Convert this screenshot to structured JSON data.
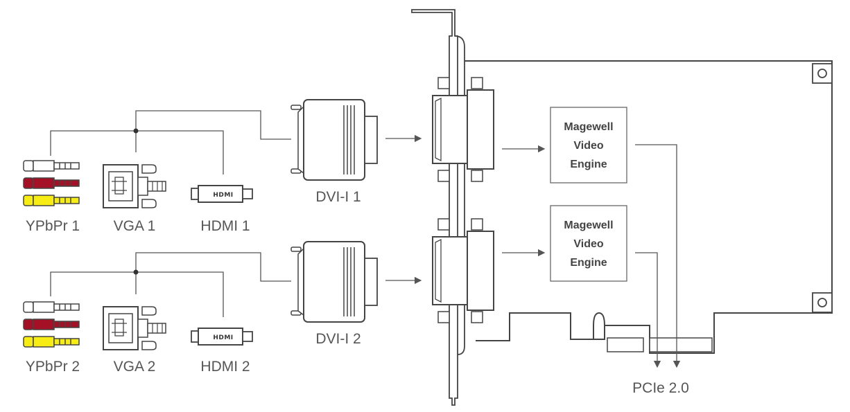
{
  "labels": {
    "ypbpr1": "YPbPr 1",
    "vga1": "VGA 1",
    "hdmi1": "HDMI 1",
    "ypbpr2": "YPbPr 2",
    "vga2": "VGA 2",
    "hdmi2": "HDMI 2",
    "dvi1": "DVI-I 1",
    "dvi2": "DVI-I 2",
    "pcie": "PCIe 2.0"
  },
  "engine1": {
    "line1": "Magewell",
    "line2": "Video",
    "line3": "Engine"
  },
  "engine2": {
    "line1": "Magewell",
    "line2": "Video",
    "line3": "Engine"
  },
  "hdmi_plug_text": "HDMI",
  "colors": {
    "red_plug": "#a41127",
    "yellow_plug": "#f7ec13",
    "line": "#555555"
  }
}
